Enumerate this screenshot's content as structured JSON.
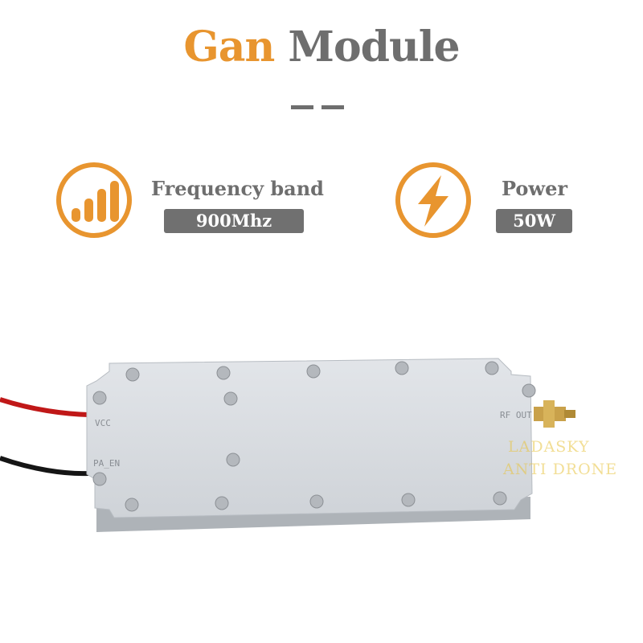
{
  "title": {
    "word1": "Gan",
    "word2": "Module"
  },
  "features": [
    {
      "icon": "signal-bars-icon",
      "label": "Frequency band",
      "value": "900Mhz"
    },
    {
      "icon": "lightning-bolt-icon",
      "label": "Power",
      "value": "50W"
    }
  ],
  "module_markings": {
    "vcc": "VCC",
    "pa_en": "PA_EN",
    "rf_out": "RF OUT"
  },
  "watermark": {
    "line1": "LADASKY",
    "line2": "ANTI DRONE"
  },
  "colors": {
    "accent": "#E8952F",
    "gray": "#6E6E6E",
    "badge": "#707070"
  }
}
